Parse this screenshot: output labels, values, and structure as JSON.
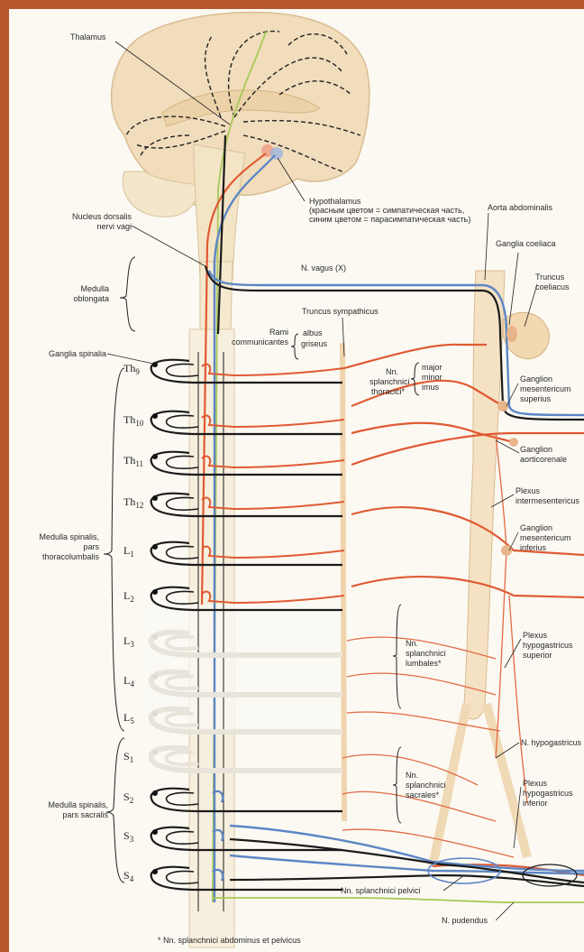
{
  "labels": {
    "thalamus": "Thalamus",
    "hypothalamus": "Hypothalamus",
    "hypothalamus_note_1": "(красным цветом = симпатическая часть,",
    "hypothalamus_note_2": "синим цветом = парасимпатическая часть)",
    "aorta_abdominalis": "Aorta abdominalis",
    "nucleus_dorsalis_1": "Nucleus dorsalis",
    "nucleus_dorsalis_2": "nervi vagi",
    "n_vagus": "N. vagus (X)",
    "ganglia_coeliaca": "Ganglia coeliaca",
    "truncus_coeliacus_1": "Truncus",
    "truncus_coeliacus_2": "coeliacus",
    "medulla_oblongata_1": "Medulla",
    "medulla_oblongata_2": "oblongata",
    "truncus_sympathicus": "Truncus sympathicus",
    "rami_1": "Rami",
    "rami_2": "communicantes",
    "albus": "albus",
    "griseus": "griseus",
    "ganglia_spinalia": "Ganglia spinalia",
    "nn_splanchnici_thor_1": "Nn.",
    "nn_splanchnici_thor_2": "splanchnici",
    "nn_splanchnici_thor_3": "thoracici*",
    "major": "major",
    "minor": "minor",
    "imus": "imus",
    "ganglion_mes_sup_1": "Ganglion",
    "ganglion_mes_sup_2": "mesentericum",
    "ganglion_mes_sup_3": "superius",
    "ganglion_aortico_1": "Ganglion",
    "ganglion_aortico_2": "aorticorenale",
    "plexus_interm_1": "Plexus",
    "plexus_interm_2": "intermesentericus",
    "ganglion_mes_inf_1": "Ganglion",
    "ganglion_mes_inf_2": "mesentericum",
    "ganglion_mes_inf_3": "inferius",
    "medulla_thoraco_1": "Medulla spinalis,",
    "medulla_thoraco_2": "pars",
    "medulla_thoraco_3": "thoracolumbalis",
    "nn_splanchnici_lumb_1": "Nn.",
    "nn_splanchnici_lumb_2": "splanchnici",
    "nn_splanchnici_lumb_3": "lumbales*",
    "plexus_hyp_sup_1": "Plexus",
    "plexus_hyp_sup_2": "hypogastricus",
    "plexus_hyp_sup_3": "superior",
    "n_hypogastricus": "N. hypogastricus",
    "nn_splanchnici_sacr_1": "Nn.",
    "nn_splanchnici_sacr_2": "splanchnici",
    "nn_splanchnici_sacr_3": "sacrales*",
    "plexus_hyp_inf_1": "Plexus",
    "plexus_hyp_inf_2": "hypogastricus",
    "plexus_hyp_inf_3": "inferior",
    "medulla_sacr_1": "Medulla spinalis,",
    "medulla_sacr_2": "pars sacralis",
    "nn_splanchnici_pelvici": "Nn. splanchnici pelvici",
    "n_pudendus": "N. pudendus",
    "footnote": "* Nn. splanchnici abdominus et pelvicus"
  },
  "segments": [
    {
      "base": "Th",
      "sub": "9"
    },
    {
      "base": "Th",
      "sub": "10"
    },
    {
      "base": "Th",
      "sub": "11"
    },
    {
      "base": "Th",
      "sub": "12"
    },
    {
      "base": "L",
      "sub": "1"
    },
    {
      "base": "L",
      "sub": "2"
    },
    {
      "base": "L",
      "sub": "3"
    },
    {
      "base": "L",
      "sub": "4"
    },
    {
      "base": "L",
      "sub": "5"
    },
    {
      "base": "S",
      "sub": "1"
    },
    {
      "base": "S",
      "sub": "2"
    },
    {
      "base": "S",
      "sub": "3"
    },
    {
      "base": "S",
      "sub": "4"
    }
  ],
  "colors": {
    "frame": "#b5562b",
    "paper": "#fbf9f2",
    "sympathetic": "#e05a33",
    "parasympathetic": "#5d86c4",
    "somatic": "#a7c957",
    "preganglionic": "#1b1b1b",
    "tissue": "#f2dfc0"
  }
}
